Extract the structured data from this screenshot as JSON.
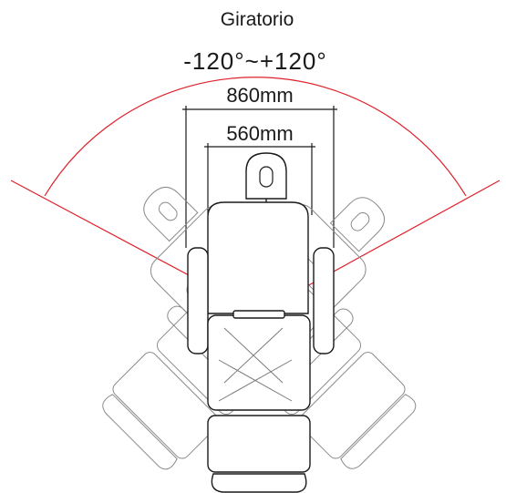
{
  "title": "Giratorio",
  "rotation_range": "-120°~+120°",
  "dimensions": {
    "outer_width": "860mm",
    "inner_width": "560mm"
  },
  "colors": {
    "line": "#1a1a1a",
    "ghost": "#8a8a8a",
    "arc": "#e0202a",
    "background": "#ffffff"
  },
  "rotation_degrees": 120
}
